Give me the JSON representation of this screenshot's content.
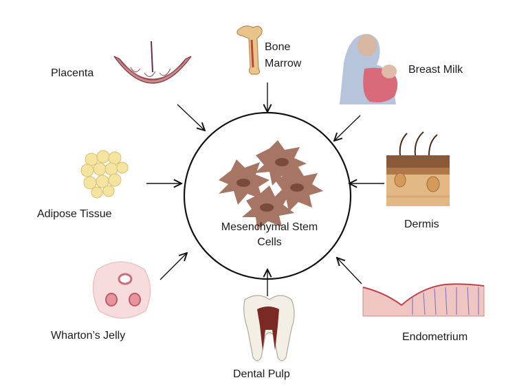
{
  "center": {
    "line1": "Mesenchymal Stem",
    "line2": "Cells"
  },
  "sources": {
    "placenta": "Placenta",
    "bone_marrow_1": "Bone",
    "bone_marrow_2": "Marrow",
    "breast_milk": "Breast Milk",
    "adipose": "Adipose Tissue",
    "dermis": "Dermis",
    "wharton": "Wharton’s Jelly",
    "dental": "Dental Pulp",
    "endometrium": "Endometrium"
  },
  "icons": [
    "placenta-icon",
    "bone-marrow-icon",
    "breast-milk-icon",
    "adipose-icon",
    "dermis-icon",
    "wharton-jelly-icon",
    "tooth-icon",
    "endometrium-icon",
    "stem-cells-icon"
  ],
  "colors": {
    "cell": "#a67563",
    "cellDark": "#8a5a48",
    "nucleus": "#7a4a3a",
    "arrow": "#111111"
  }
}
